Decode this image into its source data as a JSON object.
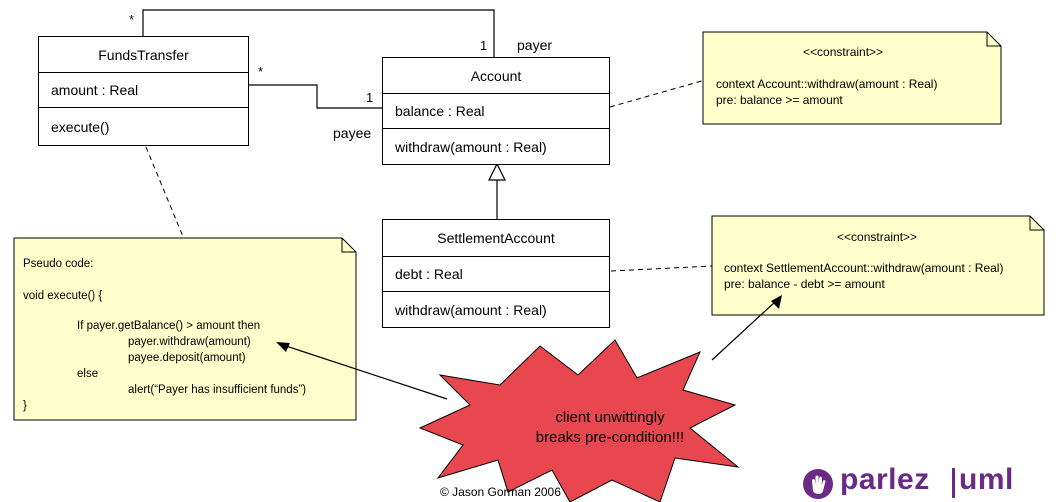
{
  "classes": {
    "funds_transfer": {
      "name": "FundsTransfer",
      "attribute": "amount : Real",
      "operation": "execute()"
    },
    "account": {
      "name": "Account",
      "attribute": "balance : Real",
      "operation": "withdraw(amount : Real)"
    },
    "settlement_account": {
      "name": "SettlementAccount",
      "attribute": "debt : Real",
      "operation": "withdraw(amount : Real)"
    }
  },
  "associations": {
    "payer": {
      "role": "payer",
      "mult_source": "*",
      "mult_target": "1"
    },
    "payee": {
      "role": "payee",
      "mult_source": "*",
      "mult_target": "1"
    }
  },
  "notes": {
    "account_constraint": {
      "stereotype": "<<constraint>>",
      "line1": "context Account::withdraw(amount : Real)",
      "line2": "pre: balance >= amount"
    },
    "settlement_constraint": {
      "stereotype": "<<constraint>>",
      "line1": "context SettlementAccount::withdraw(amount : Real)",
      "line2": "pre: balance - debt >= amount"
    },
    "pseudo_code": {
      "lines": [
        "Pseudo code:",
        "void execute() {",
        "If payer.getBalance() > amount then",
        "payer.withdraw(amount)",
        "payee.deposit(amount)",
        "else",
        "alert(“Payer has insufficient funds”)",
        "}"
      ]
    }
  },
  "callout": {
    "line1": "client unwittingly",
    "line2": "breaks pre-condition!!!"
  },
  "footer": {
    "copyright": "© Jason Gorman 2006"
  },
  "logo": {
    "left": "parlez",
    "right": "uml"
  },
  "colors": {
    "note": "#ffffcc",
    "star": "#e8474f",
    "logo": "#6a2a86"
  }
}
